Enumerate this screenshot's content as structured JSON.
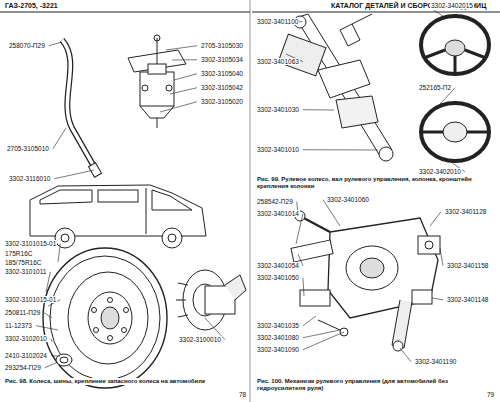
{
  "diagram": {
    "title": "КАТАЛОГ ДЕТАЛЕЙ И СБОРОЧНЫХ ЕДИНИЦ",
    "caption": "Рис. 98. Колеса, шины, крепление запасного колеса на автомобиле",
    "labels": [
      "ГАЗ-2705, -3221",
      "258070-П29",
      "2705-3105030",
      "3302-3105034",
      "3302-3105040",
      "3302-3105042",
      "3302-3105020",
      "2705-3105010",
      "3302-3116010",
      "3302-3101015-01",
      "175R16C",
      "185/75R16C",
      "3302-3101011",
      "3302-3101015-01",
      "250811-П29",
      "11-12373",
      "3302-3102010",
      "2410-3102024",
      "293254-П29",
      "3302-3100010",
      "78",
      "3302-3401100",
      "3302-3401063",
      "3302-3401030",
      "3302-3401010",
      "3302-3402015",
      "252165-П2",
      "3302-3402010",
      "Рис. 99. Рулевое колесо, вал рулевого управления, колонка, кронштейн крепления колонки",
      "258542-П29",
      "3302-3401014",
      "3302-3401060",
      "3302-3401054",
      "3302-3401050",
      "3302-3401035",
      "3302-3401080",
      "3302-3401090",
      "3302-3401128",
      "3302-3401158",
      "3302-3401148",
      "3302-3401190",
      "Рис. 100. Механизм рулевого управления (для автомобилей без гидроусилителя руля)",
      "79"
    ]
  }
}
